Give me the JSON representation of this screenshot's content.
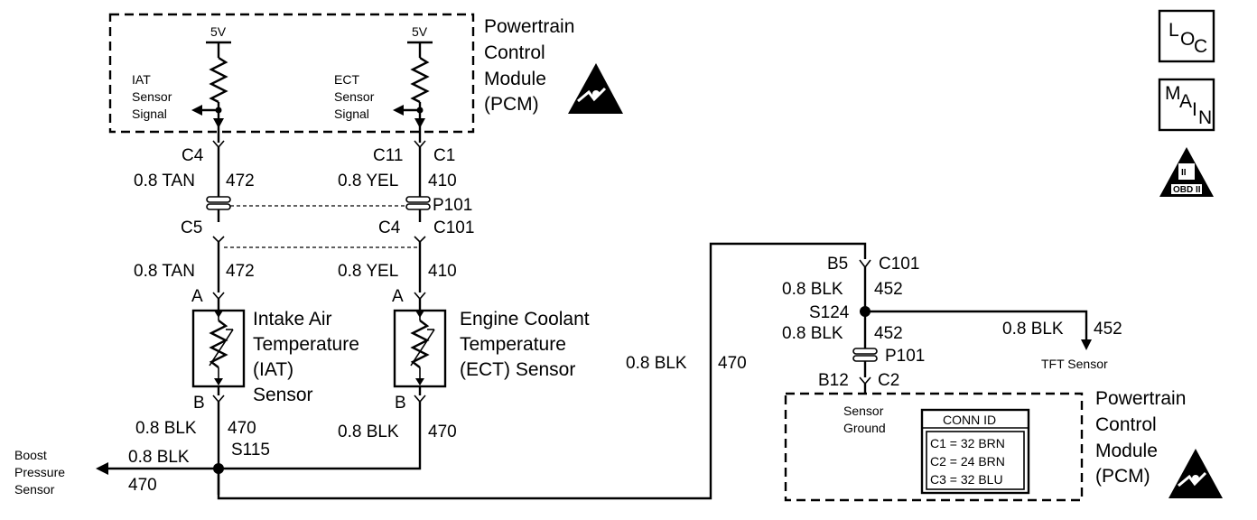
{
  "pcm_top": {
    "title_lines": [
      "Powertrain",
      "Control",
      "Module",
      "(PCM)"
    ],
    "iat_voltage": "5V",
    "ect_voltage": "5V",
    "iat_signal_lines": [
      "IAT",
      "Sensor",
      "Signal"
    ],
    "ect_signal_lines": [
      "ECT",
      "Sensor",
      "Signal"
    ]
  },
  "iat_circuit": {
    "pcm_connector": "C4",
    "wire_upper": "0.8 TAN",
    "circuit_upper": "472",
    "inline_connector": "C5",
    "wire_lower": "0.8 TAN",
    "circuit_lower": "472",
    "pin_top": "A",
    "sensor_name_lines": [
      "Intake Air",
      "Temperature",
      "(IAT)",
      "Sensor"
    ],
    "pin_bottom": "B",
    "ground_wire": "0.8 BLK",
    "ground_circuit": "470",
    "splice": "S115"
  },
  "ect_circuit": {
    "pcm_connector": "C11",
    "pcm_connector_id": "C1",
    "wire_upper": "0.8 YEL",
    "circuit_upper": "410",
    "inline_connector_name": "P101",
    "inline_pin": "C4",
    "inline_connector_id": "C101",
    "wire_lower": "0.8 YEL",
    "circuit_lower": "410",
    "pin_top": "A",
    "sensor_name_lines": [
      "Engine Coolant",
      "Temperature",
      "(ECT) Sensor"
    ],
    "pin_bottom": "B",
    "ground_wire": "0.8 BLK",
    "ground_circuit": "470"
  },
  "boost": {
    "label_lines": [
      "Boost",
      "Pressure",
      "Sensor"
    ],
    "wire": "0.8 BLK",
    "circuit": "470"
  },
  "middle": {
    "wire": "0.8 BLK",
    "circuit": "470"
  },
  "right_circuit": {
    "top_pin": "B5",
    "top_connector": "C101",
    "wire1": "0.8 BLK",
    "circuit1": "452",
    "splice": "S124",
    "wire2": "0.8 BLK",
    "circuit2": "452",
    "inline_connector_name": "P101",
    "bottom_pin": "B12",
    "bottom_connector": "C2",
    "tft_wire": "0.8 BLK",
    "tft_circuit": "452",
    "tft_label": "TFT Sensor"
  },
  "pcm_bottom": {
    "title_lines": [
      "Powertrain",
      "Control",
      "Module",
      "(PCM)"
    ],
    "ground_label_lines": [
      "Sensor",
      "Ground"
    ],
    "conn_id_title": "CONN ID",
    "conn_id_rows": [
      "C1 = 32 BRN",
      "C2 = 24 BRN",
      "C3 = 32 BLU"
    ]
  },
  "side_icons": {
    "loc_letters": [
      "L",
      "O",
      "C"
    ],
    "main_letters": [
      "M",
      "A",
      "I",
      "N"
    ],
    "obd_label": "OBD II",
    "obd_glyph": "II"
  }
}
